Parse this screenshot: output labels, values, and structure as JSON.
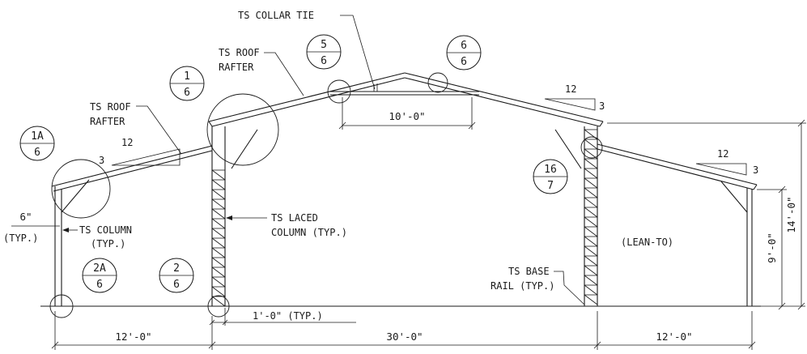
{
  "labels": {
    "ts_collar_tie": "TS COLLAR TIE",
    "ts_roof_rafter_upper_l1": "TS ROOF",
    "ts_roof_rafter_upper_l2": "RAFTER",
    "ts_roof_rafter_left_l1": "TS ROOF",
    "ts_roof_rafter_left_l2": "RAFTER",
    "ts_column_l1": "TS COLUMN",
    "ts_column_l2": "(TYP.)",
    "ts_laced_column_l1": "TS LACED",
    "ts_laced_column_l2": "COLUMN (TYP.)",
    "ts_base_rail_l1": "TS BASE",
    "ts_base_rail_l2": "RAIL (TYP.)",
    "lean_to": "(LEAN-TO)",
    "typ": "(TYP.)"
  },
  "detail_bubbles": [
    {
      "top": "1A",
      "bottom": "6"
    },
    {
      "top": "1",
      "bottom": "6"
    },
    {
      "top": "5",
      "bottom": "6"
    },
    {
      "top": "6",
      "bottom": "6"
    },
    {
      "top": "16",
      "bottom": "7"
    },
    {
      "top": "2A",
      "bottom": "6"
    },
    {
      "top": "2",
      "bottom": "6"
    }
  ],
  "slopes": [
    {
      "run": "12",
      "rise": "3"
    },
    {
      "run": "12",
      "rise": "3"
    },
    {
      "run": "12",
      "rise": "3"
    }
  ],
  "dimensions": {
    "collar_tie_span": "10'-0\"",
    "column_offset": "6\"",
    "lacing_spacing": "1'-0\" (TYP.)",
    "left_bay": "12'-0\"",
    "center_bay": "30'-0\"",
    "right_bay": "12'-0\"",
    "eave_height": "9'-0\"",
    "overall_height": "14'-0\""
  }
}
